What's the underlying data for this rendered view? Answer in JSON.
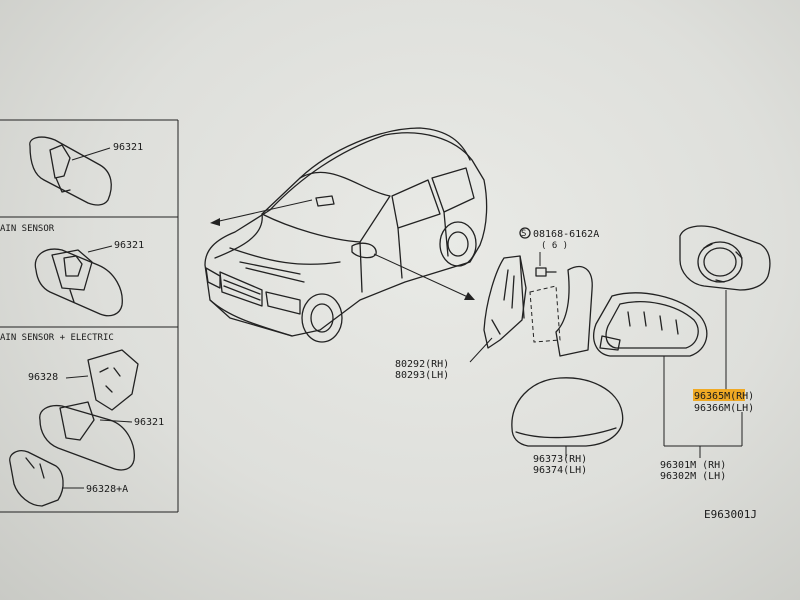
{
  "panels": {
    "top": {
      "part_number": "96321"
    },
    "rain_sensor": {
      "title": "AIN SENSOR",
      "part_number": "96321"
    },
    "rain_sensor_electric": {
      "title": "AIN SENSOR + ELECTRIC",
      "part_a": "96328",
      "part_b": "96321",
      "part_c": "96328+A"
    }
  },
  "callouts": {
    "bolt": {
      "number": "08168-6162A",
      "qty": "( 6 )"
    },
    "cover_bracket": {
      "rh": "80292(RH)",
      "lh": "80293(LH)"
    },
    "cap": {
      "rh": "96373(RH)",
      "lh": "96374(LH)"
    },
    "mirror_assembly": {
      "rh": "96301M (RH)",
      "lh": "96302M (LH)"
    },
    "glass": {
      "rh": "96365M(RH)",
      "lh": "96366M(LH)"
    }
  },
  "diagram_code": "E963001J",
  "colors": {
    "highlight": "#f2a20a",
    "ink": "#222222"
  }
}
